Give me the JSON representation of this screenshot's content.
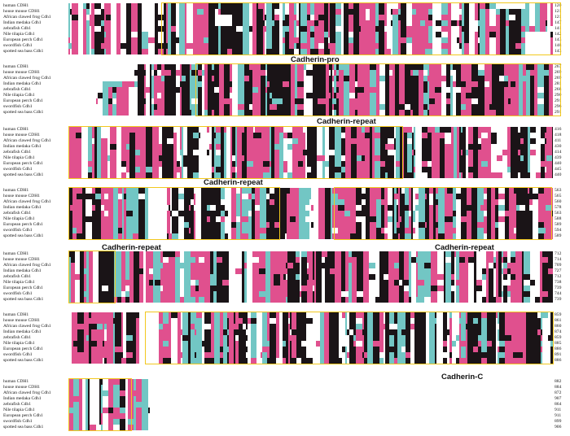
{
  "species": [
    "human CDH1",
    "house mouse CDH1",
    "African clawed frog Cdh1",
    "Indian medaka Cdh1",
    "zebrafish Cdh1",
    "Nile tilapia Cdh1",
    "European perch Cdh1",
    "swordfish Cdh1",
    "spotted sea bass Cdh1"
  ],
  "colors": {
    "black": "#1a1417",
    "pink": "#e0508e",
    "cyan": "#72c6c4",
    "white": "#ffffff",
    "highlight": "#f2c81e"
  },
  "blocks": [
    {
      "end_positions": [
        "120",
        "121",
        "121",
        "147",
        "141",
        "142",
        "143",
        "148",
        "143"
      ],
      "labels": [
        "Cadherin-pro"
      ]
    },
    {
      "end_positions": [
        "267",
        "269",
        "269",
        "281",
        "268",
        "290",
        "291",
        "296",
        "291"
      ],
      "labels": [
        "Cadherin-repeat"
      ]
    },
    {
      "end_positions": [
        "416",
        "418",
        "411",
        "430",
        "414",
        "439",
        "440",
        "445",
        "440"
      ],
      "labels": [
        "Cadherin-repeat"
      ]
    },
    {
      "end_positions": [
        "563",
        "565",
        "560",
        "578",
        "563",
        "588",
        "589",
        "594",
        "589"
      ],
      "labels": [
        "Cadherin-repeat",
        "Cadherin-repeat"
      ]
    },
    {
      "end_positions": [
        "712",
        "714",
        "709",
        "727",
        "712",
        "738",
        "739",
        "744",
        "739"
      ],
      "labels": []
    },
    {
      "end_positions": [
        "859",
        "861",
        "860",
        "874",
        "859",
        "885",
        "886",
        "891",
        "886"
      ],
      "labels": [
        "Cadherin-C"
      ]
    },
    {
      "end_positions": [
        "882",
        "884",
        "872",
        "907",
        "864",
        "911",
        "911",
        "899",
        "906"
      ],
      "labels": []
    }
  ]
}
